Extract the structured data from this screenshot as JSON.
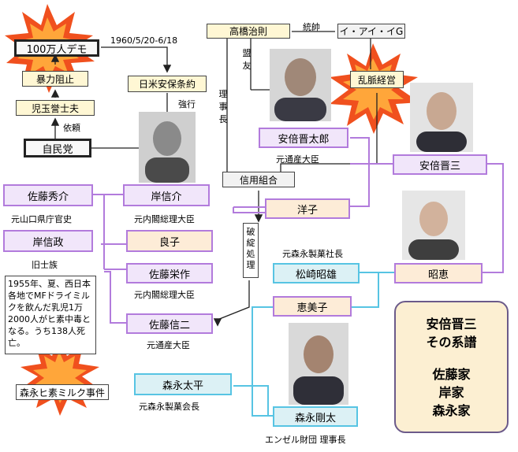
{
  "events": {
    "demo": "100万人デモ",
    "demo_date": "1960/5/20-6/18",
    "violence": "暴力阻止",
    "treaty": "日米安保条約",
    "enforce": "強行",
    "kodama": "児玉誉士夫",
    "request": "依頼",
    "ldp": "自民党",
    "takahashi": "高橋治則",
    "command": "統帥",
    "eie": "イ・アイ・イG",
    "ally": "盟友",
    "lavish": "乱脈経営",
    "director": "理事長",
    "credit": "信用組合",
    "collapse": "破綻処理",
    "poison_note": "1955年、夏、西日本各地でMFドライミルクを飲んだ乳児1万2000人がヒ素中毒となる。うち138人死亡。",
    "poison_case": "森永ヒ素ミルク事件"
  },
  "people": {
    "shintaro": {
      "name": "安倍晋太郎",
      "role": "元通産大臣"
    },
    "shinzo": {
      "name": "安倍晋三"
    },
    "sato_hidesuke": {
      "name": "佐藤秀介",
      "role": "元山口県庁官史"
    },
    "kishi": {
      "name": "岸信介",
      "role": "元内閣総理大臣"
    },
    "yoko": {
      "name": "洋子"
    },
    "kishi_nobumasa": {
      "name": "岸信政",
      "role": "旧士族"
    },
    "yoshiko": {
      "name": "良子"
    },
    "matsuzaki": {
      "name": "松崎昭雄",
      "role": "元森永製菓社長"
    },
    "akie": {
      "name": "昭恵"
    },
    "eisaku": {
      "name": "佐藤栄作",
      "role": "元内閣総理大臣"
    },
    "emiko": {
      "name": "恵美子"
    },
    "shinji": {
      "name": "佐藤信二",
      "role": "元通産大臣"
    },
    "taihei": {
      "name": "森永太平",
      "role": "元森永製菓会長"
    },
    "gota": {
      "name": "森永剛太",
      "role": "エンゼル財団 理事長"
    }
  },
  "title": {
    "line1": "安倍晋三",
    "line2": "その系譜",
    "line3": "佐藤家",
    "line4": "岸家",
    "line5": "森永家"
  },
  "colors": {
    "purple_border": "#b27bdc",
    "cyan_border": "#57c4e3",
    "lavender_fill": "#f1e6fa",
    "peach_fill": "#fdecd7",
    "cyan_fill": "#dcf1f5",
    "burst_red": "#f0501e",
    "burst_orange": "#ffa63a"
  }
}
